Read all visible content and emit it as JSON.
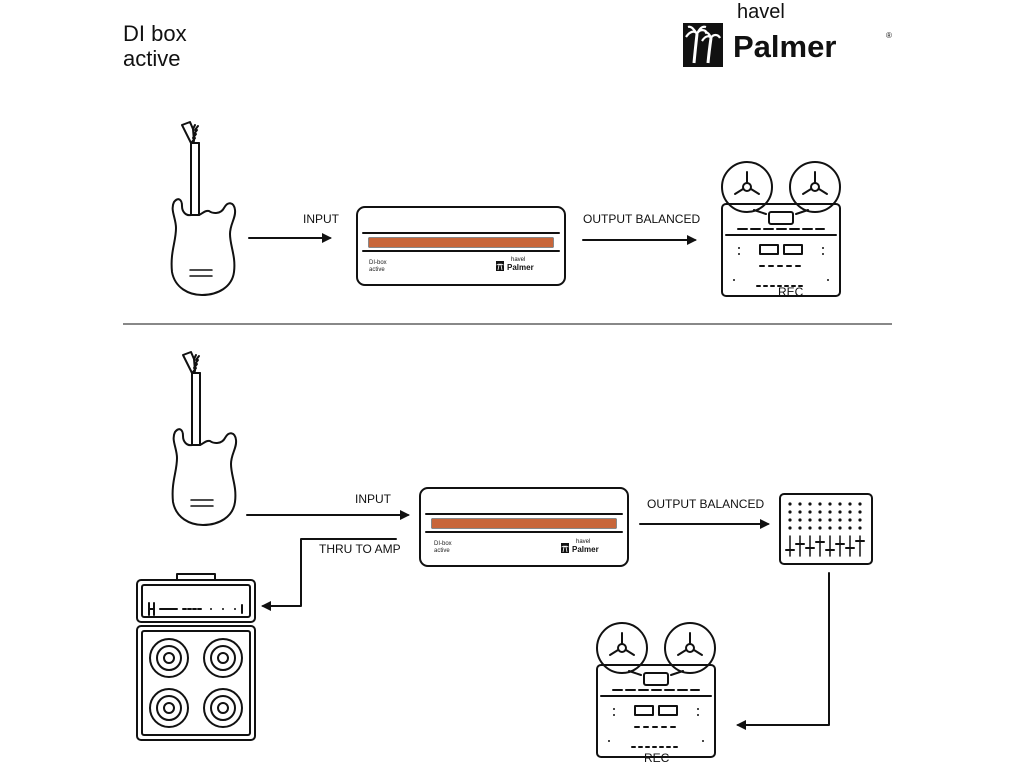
{
  "title": {
    "line1": "DI box",
    "line2": "active"
  },
  "logo": {
    "top": "havel",
    "name": "Palmer",
    "reg": "®",
    "icon": "palm-trees-icon"
  },
  "device": {
    "name_line1": "DI-box",
    "name_line2": "active",
    "brand_top": "havel",
    "brand_name": "Palmer",
    "front_color": "#c8663a"
  },
  "setup1": {
    "input_label": "INPUT",
    "output_label": "OUTPUT BALANCED",
    "recorder_label": "REC"
  },
  "setup2": {
    "input_label": "INPUT",
    "thru_label": "THRU TO AMP",
    "output_label": "OUTPUT BALANCED",
    "recorder_label": "REC"
  }
}
